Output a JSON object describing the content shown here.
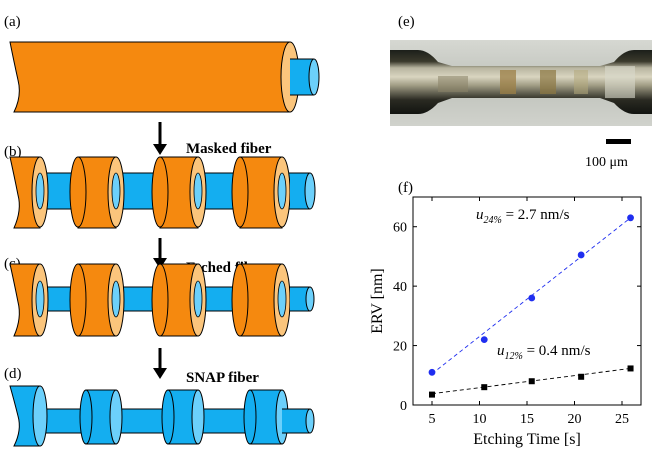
{
  "colors": {
    "orange": "#f5890f",
    "orange_light": "#fbc57c",
    "blue": "#14aef0",
    "blue_light": "#6cd0fb",
    "series_blue": "#1f2ef0",
    "series_black": "#000000"
  },
  "panels": {
    "a": "(a)",
    "b": "(b)",
    "c": "(c)",
    "d": "(d)",
    "e": "(e)",
    "f": "(f)"
  },
  "steps": {
    "masked": "Masked fiber",
    "etched": "Etched fiber",
    "snap": "SNAP fiber"
  },
  "micrograph": {
    "scale_bar_label": "100 μm"
  },
  "chart_data": {
    "type": "scatter",
    "xlabel": "Etching Time [s]",
    "ylabel": "ERV [nm]",
    "xlim": [
      3,
      27
    ],
    "ylim": [
      0,
      70
    ],
    "xticks": [
      5,
      10,
      15,
      20,
      25
    ],
    "yticks": [
      0,
      20,
      40,
      60
    ],
    "grid": false,
    "series": [
      {
        "annotation": "u24% = 2.7 nm/s",
        "annotation_main": "u",
        "annotation_sub": "24%",
        "annotation_rest": " = 2.7 nm/s",
        "color": "#1f2ef0",
        "marker": "circle",
        "x": [
          5,
          10.5,
          15.5,
          20.7,
          25.9
        ],
        "y": [
          11,
          22,
          36,
          50.5,
          63
        ],
        "fit": {
          "x": [
            5,
            25.9
          ],
          "y": [
            10.5,
            63
          ]
        }
      },
      {
        "annotation": "u12% = 0.4 nm/s",
        "annotation_main": "u",
        "annotation_sub": "12%",
        "annotation_rest": " = 0.4 nm/s",
        "color": "#000000",
        "marker": "square",
        "x": [
          5,
          10.5,
          15.5,
          20.7,
          25.9
        ],
        "y": [
          3.5,
          6,
          8,
          9.5,
          12.3
        ],
        "fit": {
          "x": [
            5,
            25.9
          ],
          "y": [
            3.8,
            12.3
          ]
        }
      }
    ]
  }
}
